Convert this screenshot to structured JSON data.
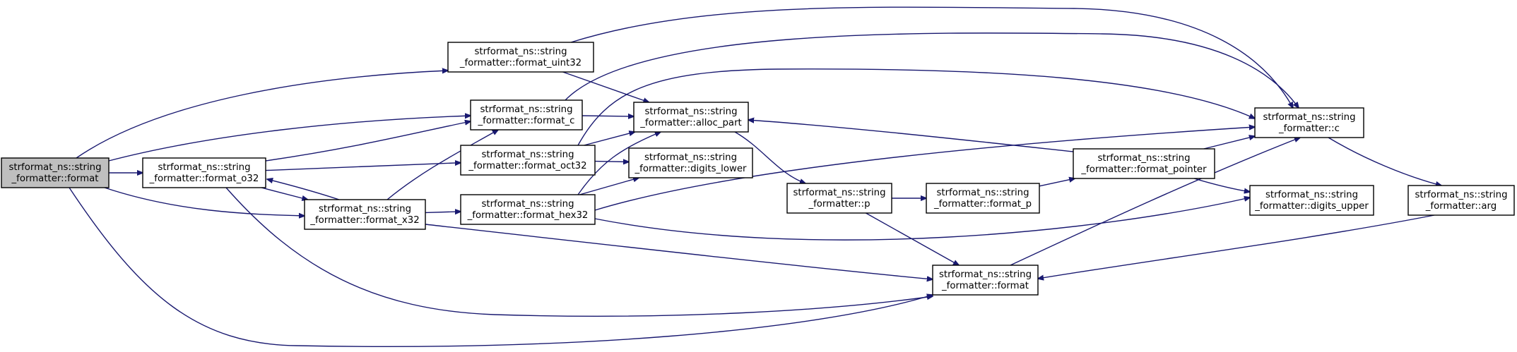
{
  "diagram": {
    "type": "call-graph",
    "colors": {
      "edge": "#191970",
      "root_fill": "#bfbfbf",
      "node_fill": "#ffffff",
      "node_border": "#000000"
    },
    "nodes": [
      {
        "id": "format_root",
        "line1": "strformat_ns::string",
        "line2": "_formatter::format",
        "root": true
      },
      {
        "id": "format_o32",
        "line1": "strformat_ns::string",
        "line2": "_formatter::format_o32"
      },
      {
        "id": "format_uint32",
        "line1": "strformat_ns::string",
        "line2": "_formatter::format_uint32"
      },
      {
        "id": "format_c",
        "line1": "strformat_ns::string",
        "line2": "_formatter::format_c"
      },
      {
        "id": "format_oct32",
        "line1": "strformat_ns::string",
        "line2": "_formatter::format_oct32"
      },
      {
        "id": "format_x32",
        "line1": "strformat_ns::string",
        "line2": "_formatter::format_x32"
      },
      {
        "id": "format_hex32",
        "line1": "strformat_ns::string",
        "line2": "_formatter::format_hex32"
      },
      {
        "id": "alloc_part",
        "line1": "strformat_ns::string",
        "line2": "_formatter::alloc_part"
      },
      {
        "id": "digits_lower",
        "line1": "strformat_ns::string",
        "line2": "_formatter::digits_lower"
      },
      {
        "id": "p",
        "line1": "strformat_ns::string",
        "line2": "_formatter::p"
      },
      {
        "id": "format_p",
        "line1": "strformat_ns::string",
        "line2": "_formatter::format_p"
      },
      {
        "id": "format_pointer",
        "line1": "strformat_ns::string",
        "line2": "_formatter::format_pointer"
      },
      {
        "id": "c",
        "line1": "strformat_ns::string",
        "line2": "_formatter::c"
      },
      {
        "id": "digits_upper",
        "line1": "strformat_ns::string",
        "line2": "_formatter::digits_upper"
      },
      {
        "id": "format",
        "line1": "strformat_ns::string",
        "line2": "_formatter::format"
      },
      {
        "id": "arg",
        "line1": "strformat_ns::string",
        "line2": "_formatter::arg"
      }
    ],
    "edges": [
      {
        "from": "format_root",
        "to": "format_uint32"
      },
      {
        "from": "format_root",
        "to": "format_c"
      },
      {
        "from": "format_root",
        "to": "format_o32"
      },
      {
        "from": "format_root",
        "to": "format_x32"
      },
      {
        "from": "format_root",
        "to": "format"
      },
      {
        "from": "format_o32",
        "to": "format_c"
      },
      {
        "from": "format_o32",
        "to": "format_oct32"
      },
      {
        "from": "format_o32",
        "to": "format_x32"
      },
      {
        "from": "format_o32",
        "to": "format"
      },
      {
        "from": "format_x32",
        "to": "format_o32"
      },
      {
        "from": "format_x32",
        "to": "format_c"
      },
      {
        "from": "format_x32",
        "to": "format_hex32"
      },
      {
        "from": "format_x32",
        "to": "format"
      },
      {
        "from": "format_uint32",
        "to": "alloc_part"
      },
      {
        "from": "format_uint32",
        "to": "c"
      },
      {
        "from": "format_c",
        "to": "alloc_part"
      },
      {
        "from": "format_c",
        "to": "c"
      },
      {
        "from": "format_oct32",
        "to": "alloc_part"
      },
      {
        "from": "format_oct32",
        "to": "digits_lower"
      },
      {
        "from": "format_oct32",
        "to": "c"
      },
      {
        "from": "format_hex32",
        "to": "alloc_part"
      },
      {
        "from": "format_hex32",
        "to": "digits_lower"
      },
      {
        "from": "format_hex32",
        "to": "c"
      },
      {
        "from": "format_hex32",
        "to": "digits_upper"
      },
      {
        "from": "alloc_part",
        "to": "p"
      },
      {
        "from": "p",
        "to": "format_p"
      },
      {
        "from": "p",
        "to": "format"
      },
      {
        "from": "format_p",
        "to": "format_pointer"
      },
      {
        "from": "format_pointer",
        "to": "alloc_part"
      },
      {
        "from": "format_pointer",
        "to": "c"
      },
      {
        "from": "format_pointer",
        "to": "digits_upper"
      },
      {
        "from": "format",
        "to": "c"
      },
      {
        "from": "c",
        "to": "arg"
      },
      {
        "from": "arg",
        "to": "format"
      }
    ]
  }
}
